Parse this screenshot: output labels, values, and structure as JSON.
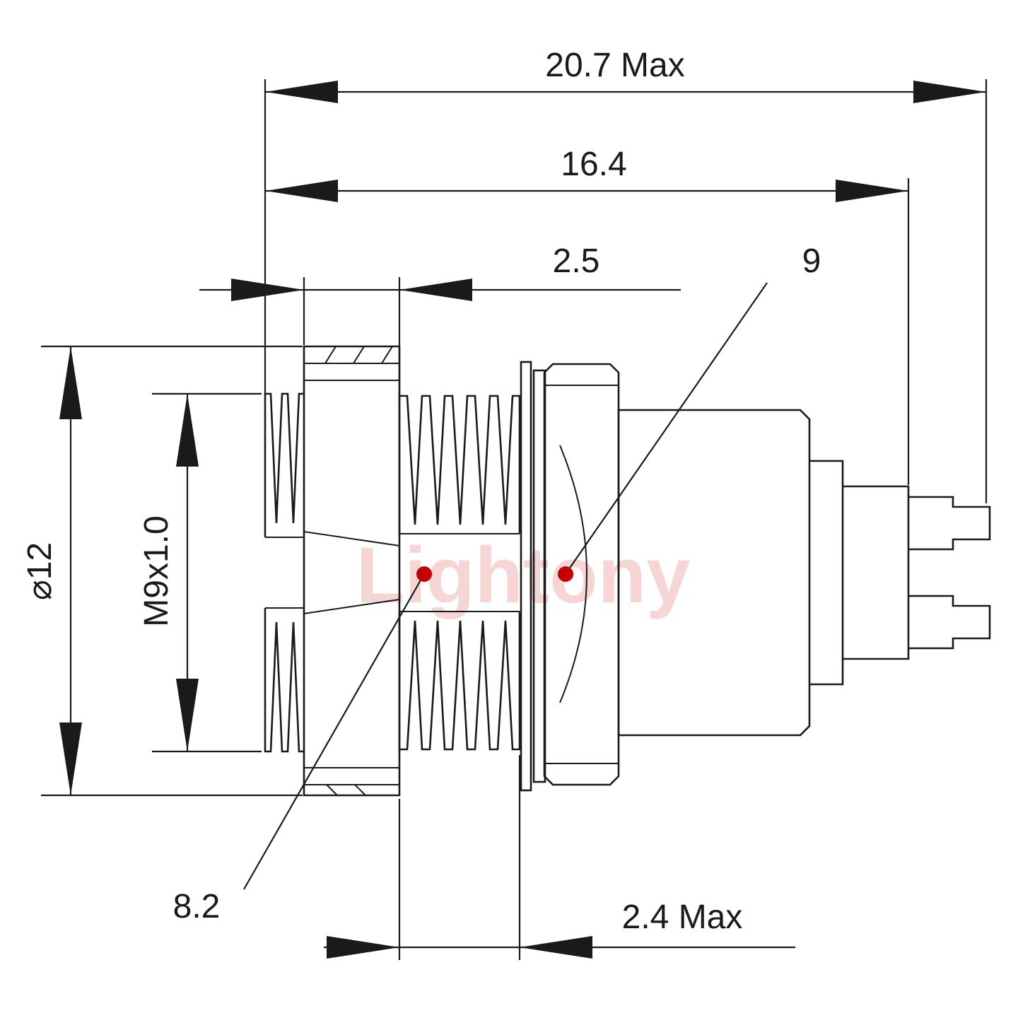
{
  "drawing": {
    "watermark": "Lightony",
    "labels": {
      "overall_max": "20.7 Max",
      "shell_length": "16.4",
      "panel_gap": "2.5",
      "dia_9": "9",
      "dia_12": "⌀12",
      "thread_spec": "M9x1.0",
      "dia_8_2": "8.2",
      "nut_thickness_max": "2.4 Max"
    },
    "colors": {
      "line": "#1a1a1a",
      "marker_dot": "#c40000",
      "watermark": "#f0b4b4",
      "background": "#ffffff"
    }
  }
}
